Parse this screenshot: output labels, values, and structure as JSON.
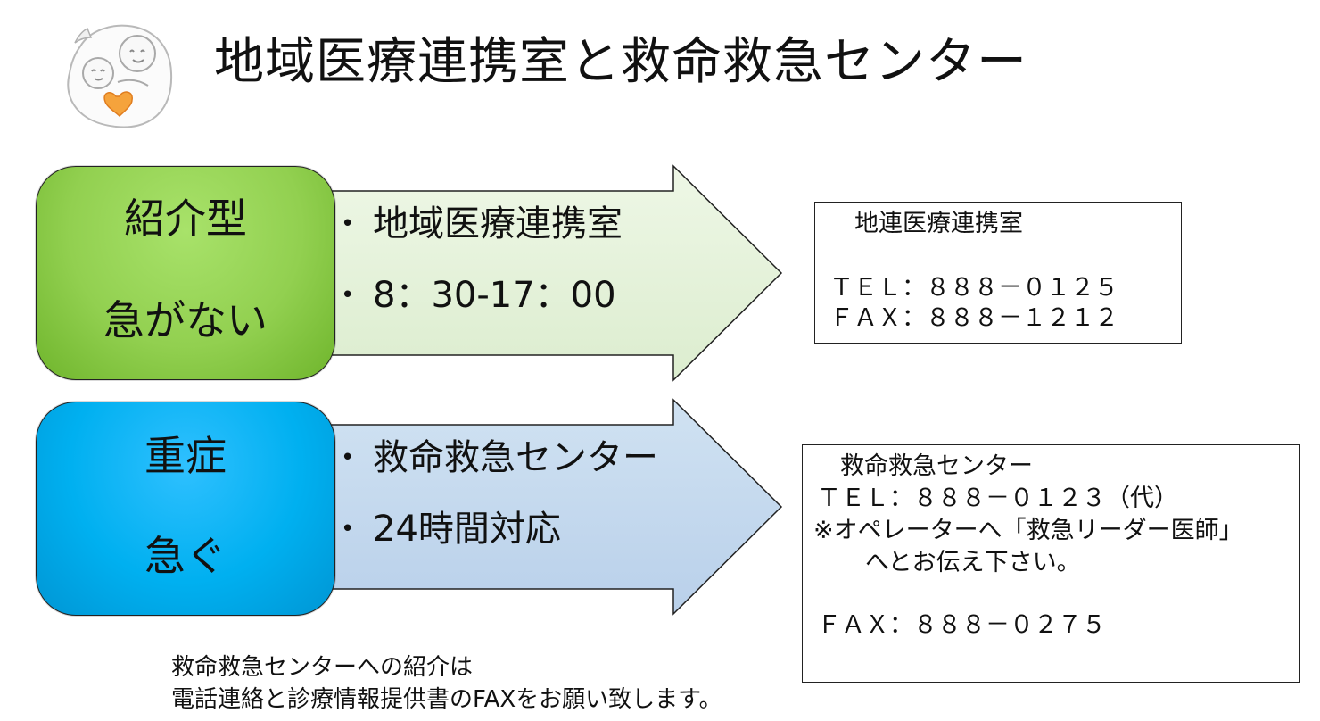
{
  "title": "地域医療連携室と救命救急センター",
  "logo_icon": "mother-child-heart-logo",
  "rows": [
    {
      "box_lines": [
        "紹介型",
        "急がない"
      ],
      "box_color": "#92d050",
      "arrow_color": "#e2f0d9",
      "bullets": [
        "地域医療連携室",
        "8：30-17：00"
      ]
    },
    {
      "box_lines": [
        "重症",
        "急ぐ"
      ],
      "box_color": "#00b0f0",
      "arrow_color": "#c5d9ee",
      "bullets": [
        "救命救急センター",
        "24時間対応"
      ]
    }
  ],
  "info1": {
    "name": "地連医療連携室",
    "tel": "ＴＥＬ：８８８－０１２５",
    "fax": "ＦＡＸ：８８８－１２１２"
  },
  "info2": {
    "name": "救命救急センター",
    "tel": "ＴＥＬ：８８８－０１２３（代）",
    "note1": "※オペレーターへ「救急リーダー医師」",
    "note2": "へとお伝え下さい。",
    "fax": "ＦＡＸ：８８８－０２７５"
  },
  "footer": {
    "line1": "救命救急センターへの紹介は",
    "line2": "電話連絡と診療情報提供書のFAXをお願い致します。"
  }
}
